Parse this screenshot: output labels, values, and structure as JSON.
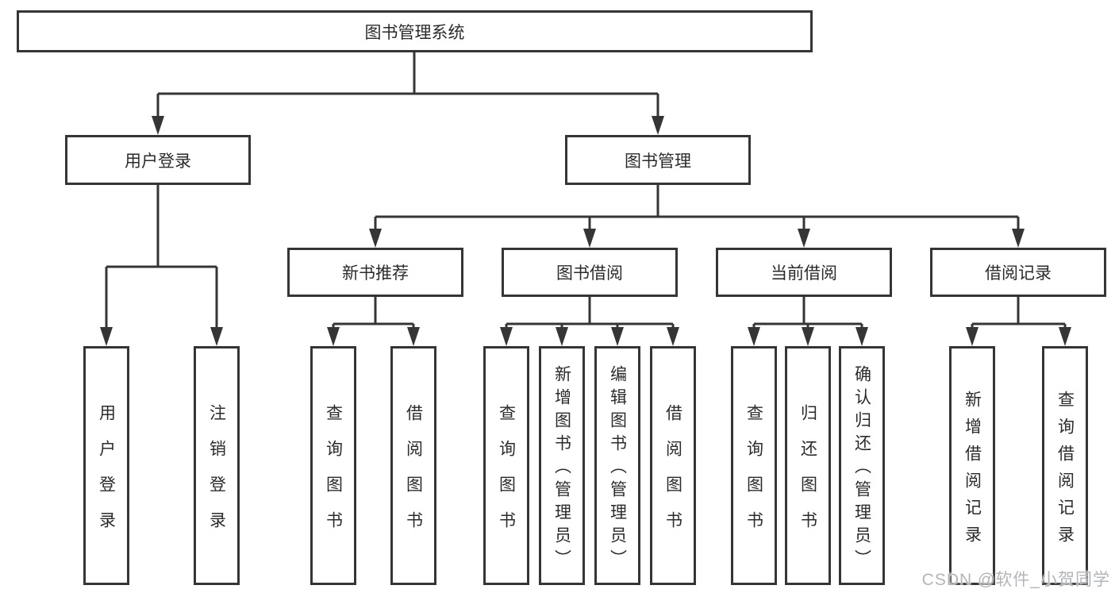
{
  "diagram": {
    "root": {
      "label": "图书管理系统",
      "children": [
        {
          "label": "用户登录",
          "children": [
            {
              "label": "用户登录"
            },
            {
              "label": "注销登录"
            }
          ]
        },
        {
          "label": "图书管理",
          "children": [
            {
              "label": "新书推荐",
              "children": [
                {
                  "label": "查询图书"
                },
                {
                  "label": "借阅图书"
                }
              ]
            },
            {
              "label": "图书借阅",
              "children": [
                {
                  "label": "查询图书"
                },
                {
                  "label": "新增图书（管理员）"
                },
                {
                  "label": "编辑图书（管理员）"
                },
                {
                  "label": "借阅图书"
                }
              ]
            },
            {
              "label": "当前借阅",
              "children": [
                {
                  "label": "查询图书"
                },
                {
                  "label": "归还图书"
                },
                {
                  "label": "确认归还（管理员）"
                }
              ]
            },
            {
              "label": "借阅记录",
              "children": [
                {
                  "label": "新增借阅记录"
                },
                {
                  "label": "查询借阅记录"
                }
              ]
            }
          ]
        }
      ]
    }
  },
  "watermark": {
    "text": "CSDN @软件_小贺同学"
  },
  "colors": {
    "line": "#353535",
    "text": "#2b2b2b",
    "watermark": "#b2b5b9",
    "background": "#ffffff"
  }
}
